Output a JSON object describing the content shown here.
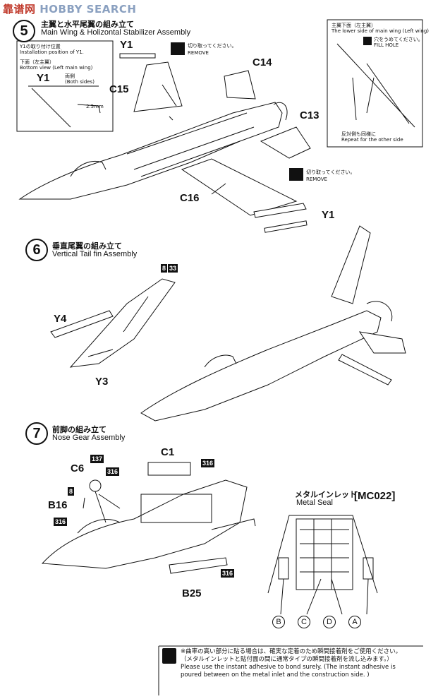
{
  "watermark": {
    "cn": "靠谱网",
    "en": "HOBBY SEARCH"
  },
  "step5": {
    "number": "5",
    "title_jp": "主翼と水平尾翼の組み立て",
    "title_en": "Main Wing & Holizontal Stabilizer Assembly",
    "detail_box": {
      "jp": "Y1の取り付け位置",
      "en": "Installation position of Y1.",
      "view_jp": "下面（左主翼）",
      "view_en": "Bottom view (Left main wing)",
      "part": "Y1",
      "both_jp": "両側",
      "both_en": "(Both sides)",
      "dim": "2.5mm"
    },
    "parts": {
      "y1_top": "Y1",
      "c15": "C15",
      "c14": "C14",
      "c13": "C13",
      "c16": "C16",
      "y1_bottom": "Y1"
    },
    "remove_top": {
      "jp": "切り取ってください。",
      "en": "REMOVE"
    },
    "remove_bottom": {
      "jp": "切り取ってください。",
      "en": "REMOVE"
    },
    "fill_box": {
      "jp": "主翼下面（左主翼）",
      "en": "The lower side of main wing (Left wing)",
      "fill_jp": "穴をうめてください。",
      "fill_en": "FILL HOLE",
      "repeat_jp": "反対側も同様に",
      "repeat_en": "Repeat for the other side"
    }
  },
  "step6": {
    "number": "6",
    "title_jp": "垂直尾翼の組み立て",
    "title_en": "Vertical Tail fin Assembly",
    "parts": {
      "y4": "Y4",
      "y3": "Y3"
    },
    "colors": [
      "8",
      "33"
    ]
  },
  "step7": {
    "number": "7",
    "title_jp": "前脚の組み立て",
    "title_en": "Nose Gear Assembly",
    "parts": {
      "c1": "C1",
      "c6": "C6",
      "b16": "B16",
      "b25": "B25"
    },
    "colors": {
      "c1": "316",
      "c6_a": "137",
      "c6_b": "316",
      "gear": "8",
      "b16": "316",
      "b25": "316"
    }
  },
  "metal_seal": {
    "jp": "メタルインレット",
    "en": "Metal Seal",
    "code": "[MC022]",
    "markers": [
      "B",
      "C",
      "D",
      "A"
    ]
  },
  "footer_note": {
    "jp1": "※曲率の高い部分に貼る場合は、確実な定着のため瞬間接着剤をご使用ください。",
    "jp2": "（メタルインレットと貼付面の間に通常タイプの瞬間接着剤を流し込みます。）",
    "en1": "Please use the instant adhesive to bond surely. (The instant adhesive is",
    "en2": "poured between on the metal inlet and the construction side. )"
  }
}
